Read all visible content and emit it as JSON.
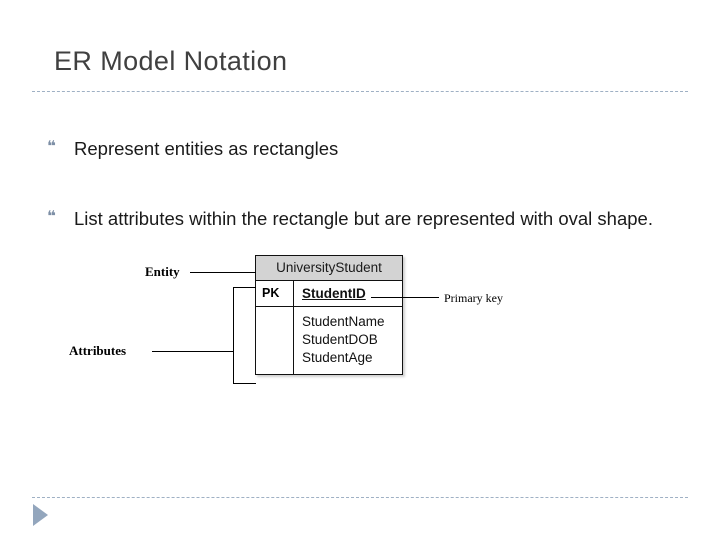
{
  "slide": {
    "title": "ER Model Notation",
    "bullets": [
      {
        "marker": "❝",
        "text": "Represent entities as rectangles"
      },
      {
        "marker": "❝",
        "text": "List attributes within the rectangle but are represented with oval shape."
      }
    ]
  },
  "diagram": {
    "entity": {
      "header": "UniversityStudent",
      "key_row": {
        "key_label": "PK",
        "attribute": "StudentID"
      },
      "attributes": [
        "StudentName",
        "StudentDOB",
        "StudentAge"
      ]
    },
    "callouts": {
      "entity": "Entity",
      "attributes": "Attributes",
      "primary_key": "Primary key"
    }
  },
  "colors": {
    "title_text": "#404040",
    "rule": "#9fb0c4",
    "bullet_marker": "#7d8fa6",
    "table_header_fill": "#d3d3d3",
    "table_border": "#111111",
    "footer_arrow": "#93a6bd"
  }
}
